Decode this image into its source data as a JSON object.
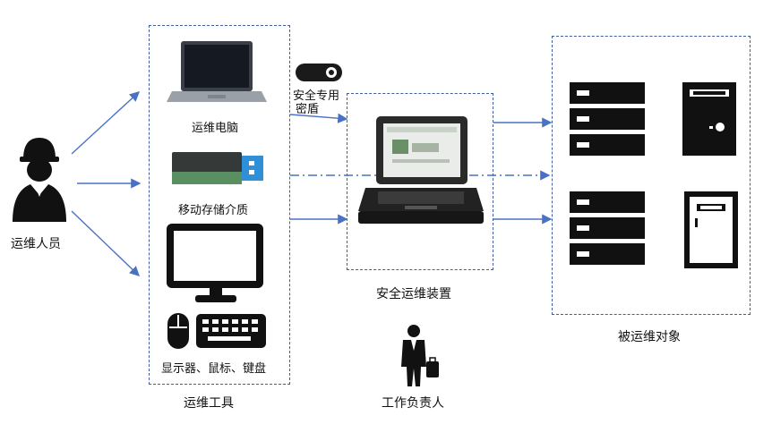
{
  "operator": {
    "label": "运维人员"
  },
  "tools": {
    "group_label": "运维工具",
    "laptop_label": "运维电脑",
    "usb_label": "移动存储介质",
    "desktop_label": "显示器、鼠标、键盘"
  },
  "key": {
    "label_line1": "安全专用",
    "label_line2": "密盾"
  },
  "device": {
    "label": "安全运维装置"
  },
  "targets": {
    "label": "被运维对象"
  },
  "supervisor": {
    "label": "工作负责人"
  },
  "colors": {
    "arrow": "#4a72c4",
    "dash_box": "#3f5f9a",
    "device_dark": "#222222"
  }
}
